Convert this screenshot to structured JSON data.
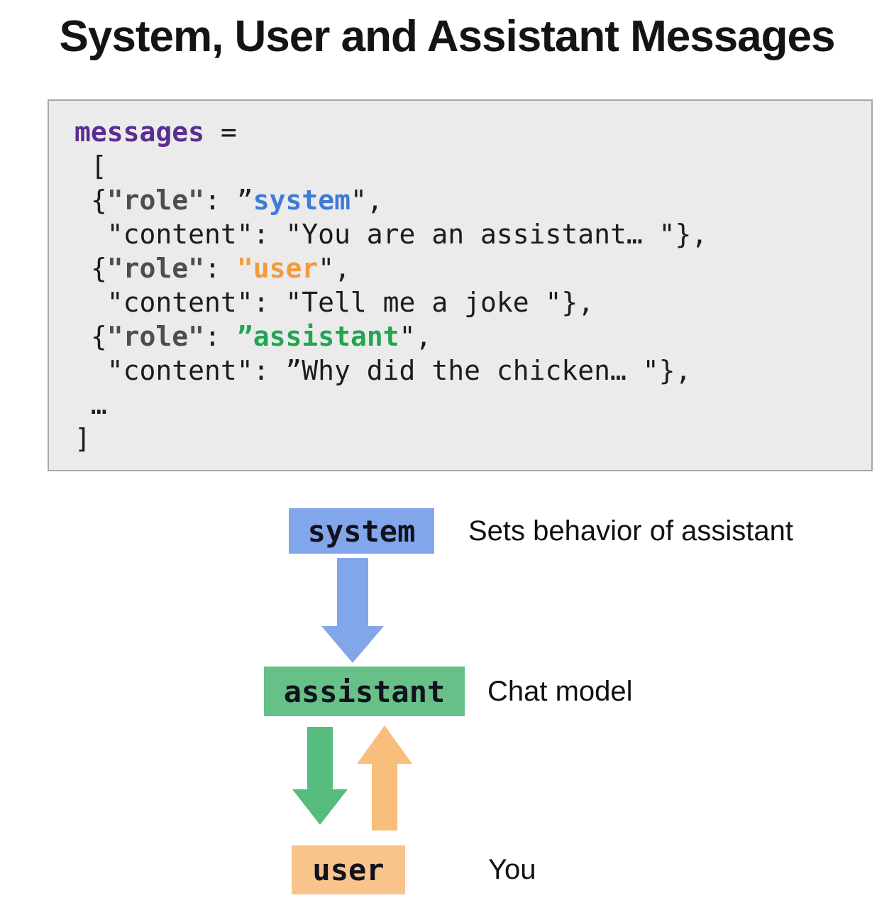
{
  "title": "System, User and Assistant Messages",
  "code_block": {
    "background": "#ebebeb",
    "border_color": "#a8a8a8",
    "palette": {
      "purple": "#5b2d90",
      "gray": "#4d4d4d",
      "blue": "#3e7bd6",
      "orange": "#f09b3c",
      "green": "#22a550",
      "plain": "#1c1c1c"
    },
    "lines": [
      [
        {
          "t": "messages",
          "c": "purple"
        },
        {
          "t": " =",
          "c": "plain"
        }
      ],
      [
        {
          "t": " [",
          "c": "plain"
        }
      ],
      [
        {
          "t": " {",
          "c": "plain"
        },
        {
          "t": "\"role\"",
          "c": "gray"
        },
        {
          "t": ": ”",
          "c": "plain"
        },
        {
          "t": "system",
          "c": "blue"
        },
        {
          "t": "\",",
          "c": "plain"
        }
      ],
      [
        {
          "t": "  \"content\": \"You are an assistant… \"},",
          "c": "plain"
        }
      ],
      [
        {
          "t": " {",
          "c": "plain"
        },
        {
          "t": "\"role\"",
          "c": "gray"
        },
        {
          "t": ": ",
          "c": "plain"
        },
        {
          "t": "\"user",
          "c": "orange"
        },
        {
          "t": "\",",
          "c": "plain"
        }
      ],
      [
        {
          "t": "  \"content\": \"Tell me a joke \"},",
          "c": "plain"
        }
      ],
      [
        {
          "t": " {",
          "c": "plain"
        },
        {
          "t": "\"role\"",
          "c": "gray"
        },
        {
          "t": ": ",
          "c": "plain"
        },
        {
          "t": "”assistant",
          "c": "green"
        },
        {
          "t": "\",",
          "c": "plain"
        }
      ],
      [
        {
          "t": "  \"content\": ”Why did the chicken… \"},",
          "c": "plain"
        }
      ],
      [
        {
          "t": " …",
          "c": "plain"
        }
      ],
      [
        {
          "t": "]",
          "c": "plain"
        }
      ]
    ]
  },
  "diagram": {
    "nodes": [
      {
        "label": "system",
        "color": "#82a6ea",
        "annotation": "Sets behavior of assistant"
      },
      {
        "label": "assistant",
        "color": "#66c088",
        "annotation": "Chat model"
      },
      {
        "label": "user",
        "color": "#f8c48c",
        "annotation": "You"
      }
    ],
    "arrows": [
      {
        "name": "system-to-assistant",
        "direction": "down",
        "color": "#82a6ea"
      },
      {
        "name": "assistant-to-user",
        "direction": "down",
        "color": "#55bc7e"
      },
      {
        "name": "user-to-assistant",
        "direction": "up",
        "color": "#f7be7c"
      }
    ]
  }
}
